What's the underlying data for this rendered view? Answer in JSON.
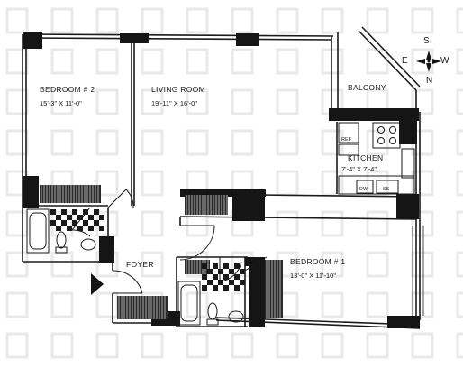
{
  "rooms": {
    "bedroom2": {
      "name": "BEDROOM # 2",
      "dims": "15'-3\" X 11'-0\""
    },
    "living": {
      "name": "LIVING ROOM",
      "dims": "19'-11\" X 16'-0\""
    },
    "balcony": {
      "name": "BALCONY"
    },
    "kitchen": {
      "name": "KITCHEN",
      "dims": "7'-4\" X 7'-4\""
    },
    "foyer": {
      "name": "FOYER"
    },
    "bedroom1": {
      "name": "BEDROOM # 1",
      "dims": "13'-0\" X 11'-10\""
    }
  },
  "fixtures": {
    "ref": "REF",
    "dw": "DW",
    "ss": "SS"
  },
  "compass": {
    "s": "S",
    "e": "E",
    "w": "W",
    "n": "N"
  },
  "colors": {
    "wall": "#151515",
    "line": "#1a1a1a",
    "background": "#ffffff",
    "watermark": "#e9e9e9"
  }
}
